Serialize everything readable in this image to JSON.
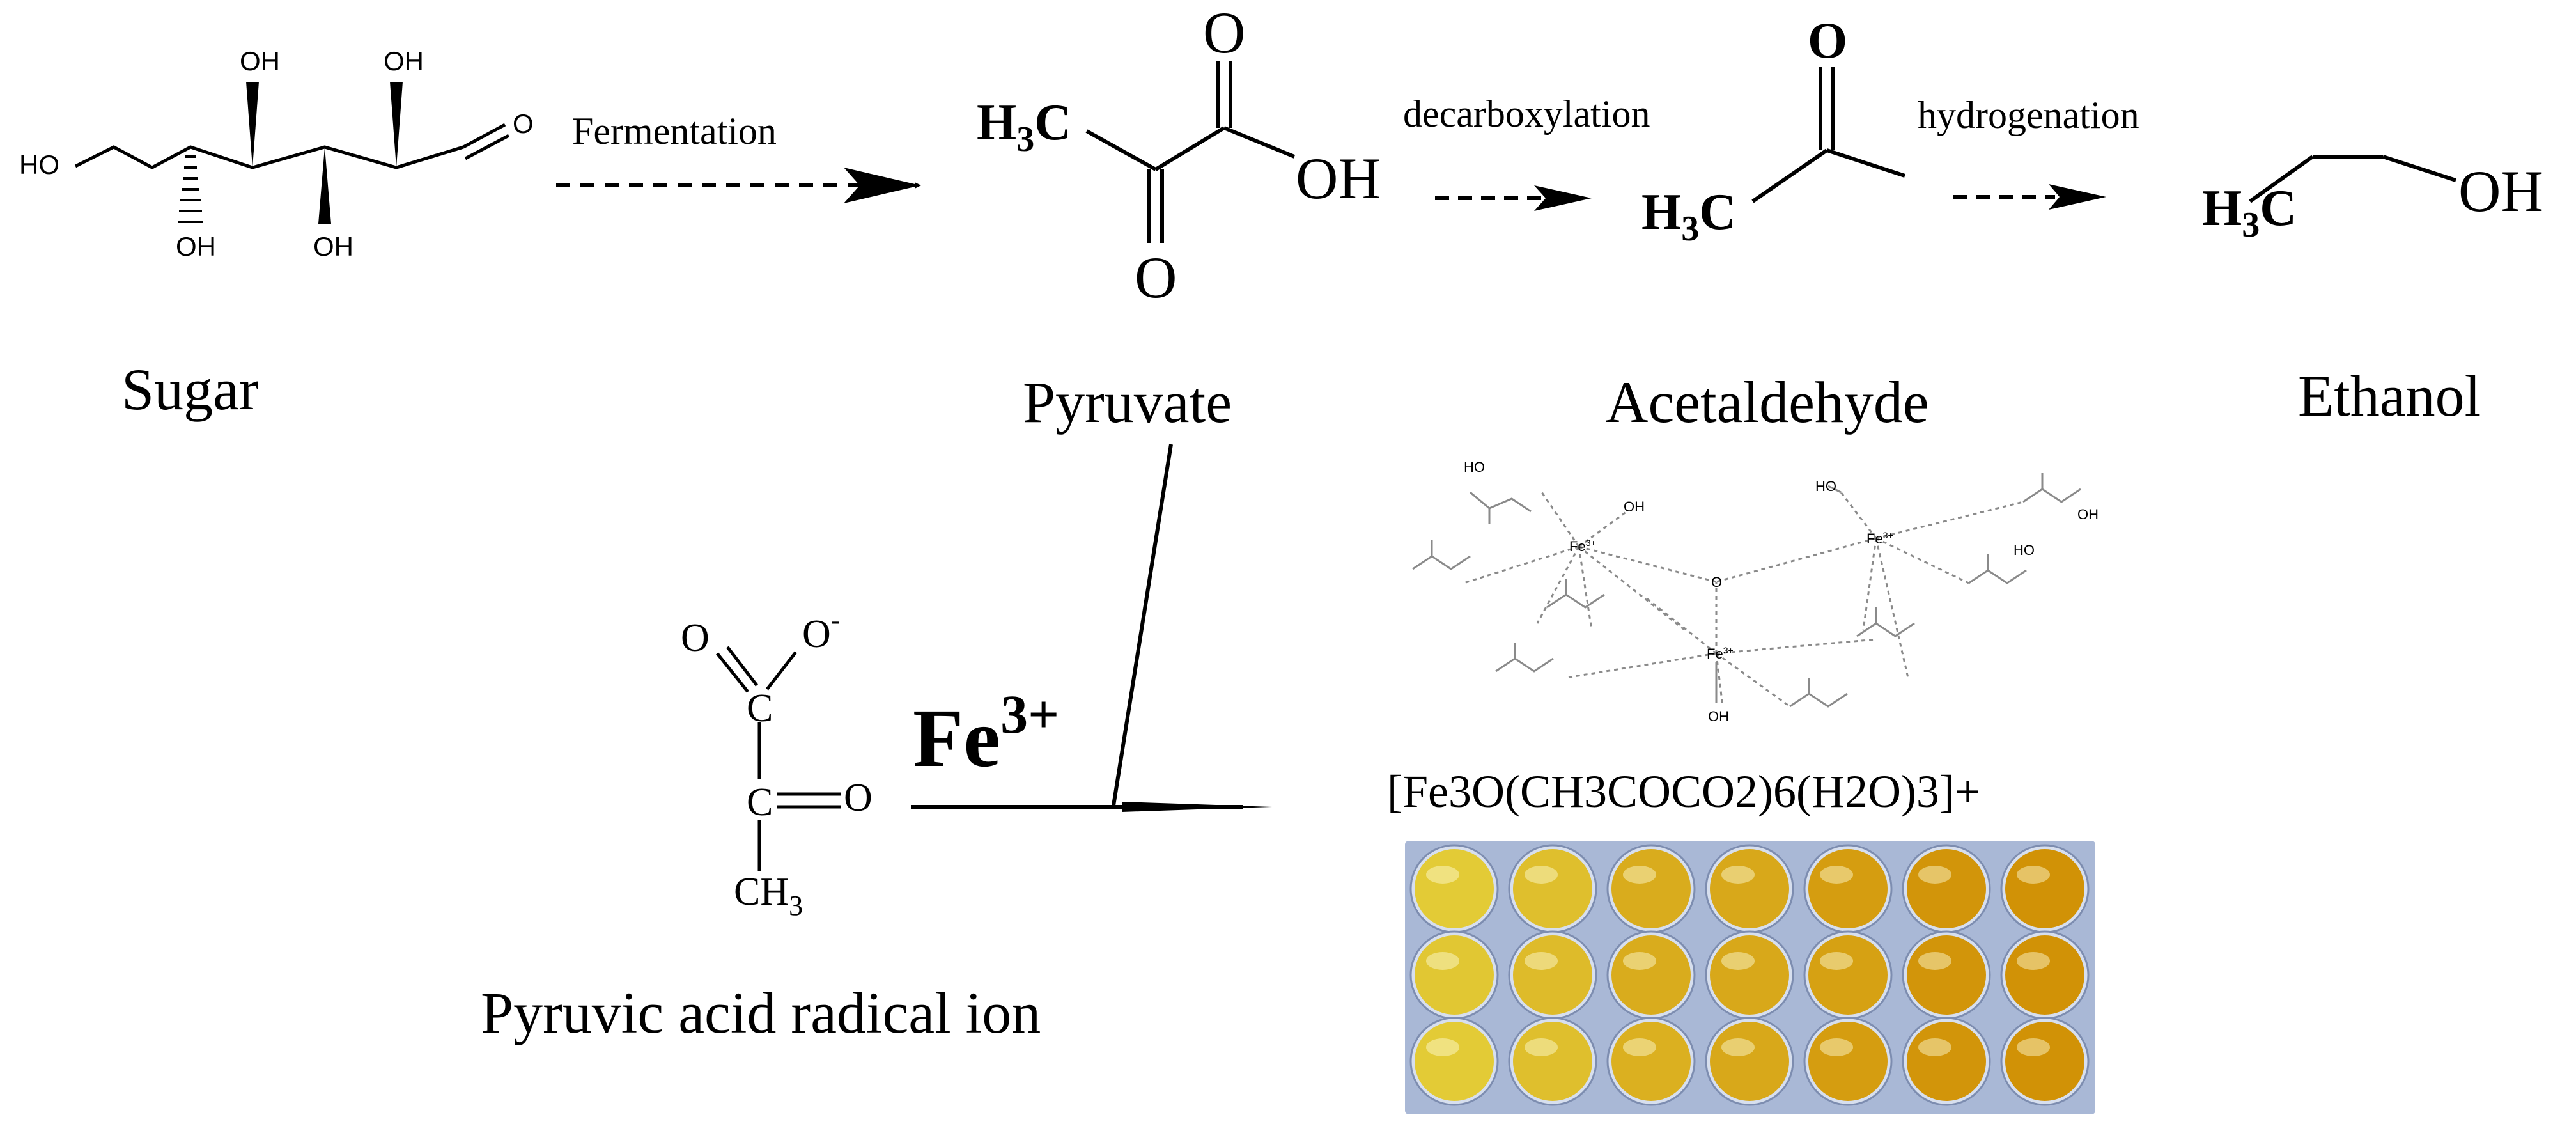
{
  "molecules": {
    "sugar": {
      "name": "Sugar",
      "atoms": {
        "oh_left": "HO",
        "oh1": "OH",
        "oh2": "OH",
        "oh3": "OH",
        "oh4": "OH",
        "aldehyde_o": "O"
      }
    },
    "pyruvate": {
      "name": "Pyruvate",
      "methyl": "H",
      "methyl_sub": "3",
      "methyl_c": "C",
      "carbonyl_top": "O",
      "hydroxyl": "OH",
      "carbonyl_bottom": "O"
    },
    "acetaldehyde": {
      "name": "Acetaldehyde",
      "carbonyl": "O",
      "methyl": "H",
      "methyl_sub": "3",
      "methyl_c": "C"
    },
    "ethanol": {
      "name": "Ethanol",
      "methyl": "H",
      "methyl_sub": "3",
      "methyl_c": "C",
      "hydroxyl": "OH"
    },
    "pyruvic_ion": {
      "name": "Pyruvic acid radical ion",
      "o_double": "O",
      "o_minus": "O",
      "charge": "-",
      "c_top": "C",
      "c_mid": "C",
      "o_keto": "O",
      "ch": "CH",
      "ch_sub": "3"
    }
  },
  "arrows": {
    "fermentation": "Fermentation",
    "decarboxylation": "decarboxylation",
    "hydrogenation": "hydrogenation"
  },
  "reaction": {
    "reagent": "Fe",
    "reagent_charge": "3+"
  },
  "complex": {
    "formula": "[Fe3O(CH3COCO2)6(H2O)3]+",
    "labels": {
      "fe": "Fe",
      "fe_charge": "3+",
      "o": "O",
      "oh": "OH",
      "ho": "HO"
    }
  },
  "colors": {
    "ink": "#000000",
    "complex_line": "#8a8a8a",
    "plate": "#a9b8d6",
    "well_light": "#e6d640",
    "well_dark": "#cf8a00"
  },
  "photo": {
    "rows": 3,
    "cols": 7,
    "well_intensity": [
      [
        0.15,
        0.3,
        0.55,
        0.6,
        0.75,
        0.85,
        0.9
      ],
      [
        0.2,
        0.35,
        0.55,
        0.6,
        0.7,
        0.85,
        0.9
      ],
      [
        0.15,
        0.3,
        0.5,
        0.6,
        0.75,
        0.85,
        0.9
      ]
    ]
  }
}
